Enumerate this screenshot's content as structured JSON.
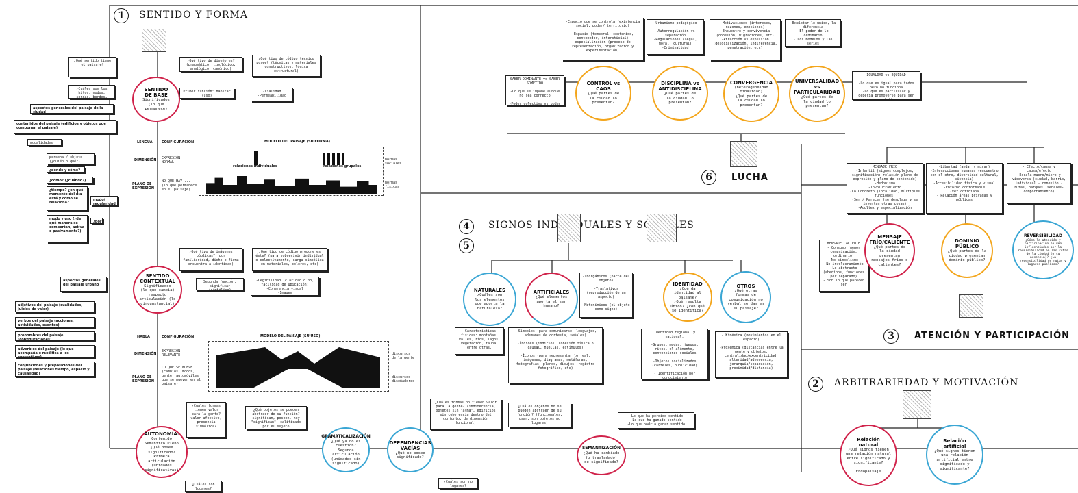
{
  "sections": {
    "s1": {
      "num": "1",
      "title": "SENTIDO Y FORMA"
    },
    "s2": {
      "num": "2",
      "title": "ARBITRARIEDAD Y MOTIVACIÓN"
    },
    "s3": {
      "num": "3",
      "title": "ATENCIÓN Y PARTICIPACIÓN"
    },
    "s4": {
      "num": "4",
      "title": "SIGNOS INDIVIDUALES Y SOCIALES"
    },
    "s5": {
      "num": "5"
    },
    "s6": {
      "num": "6",
      "title": "LUCHA"
    }
  },
  "left": {
    "q_sentido_base": [
      "¿Qué sentido tiene el paisaje?",
      "¿Qué tipo de diseño es? (pragmático, tipológico, analógico, canónico)",
      "¿Qué tipo de código técnico posee? (técnicas y materiales constructivos, lógica estructural)",
      "¿Cuáles son los hitos, nodos, sendas, bordes, barrios?",
      "Primer función: habitar (uso)",
      "-Vialidad\n-Permeabilidad"
    ],
    "sentido_base": {
      "title": "SENTIDO\nDE BASE",
      "q": "Significados\n(lo que\npermanece)"
    },
    "base_list": [
      "aspectos generales del paisaje de la ciudad",
      "contenidos del paisaje (edificios y objetos que componen el paisaje)",
      "modalidades",
      "persona / objeto (¿quién o qué?)",
      "¿dónde y cómo?",
      "¿cómo? (¿cuándo?)",
      "¿tiempo? ¿en qué momento del día está y cómo se relaciona?",
      "modo/ regularidad",
      "modo y uso (¿de qué manera se comportan, activa o pasivamente?)",
      "¿por?"
    ],
    "rows_top": {
      "labels": [
        "LENGUA",
        "DIMENSIÓN",
        "PLANO DE EXPRESIÓN"
      ],
      "cols": [
        "CONFIGURACIÓN",
        "EXPRESIÓN NORMAL",
        "NO QUE HAY ... (lo que permanece en el paisaje)"
      ],
      "header": "MODELO DEL PAISAJE (SU FORMA)",
      "labels_img": [
        "relaciones individuales",
        "relaciones grupales"
      ],
      "right": [
        "normas sociales",
        "normas físicas"
      ]
    },
    "q_contextual": [
      "¿Qué tipo de imágenes públicas? (por familiaridad, dicho o firma encuentra a identidad)",
      "¿Qué tipo de código propone es éste? (para sobrevivir individual o colectivamente, carga simbólica en materiales, colores, etc)",
      "Segunda función: significar (simbólico)",
      "-Legibilidad (claridad o no, facilidad de ubicación)\n-Coherencia visual\n-Imagen"
    ],
    "sentido_contextual": {
      "title": "SENTIDO\nCONTEXTUAL",
      "q": "Significados\n(lo que cambia)\nrespecto\narticulación (lo\ncircunstancial)"
    },
    "ctx_list": [
      "aspectos generales del paisaje urbano",
      "adjetivos del paisaje (cualidades, juicios de valor)",
      "verbos del paisaje (acciones, actividades, eventos)",
      "pronombres del paisaje (configuraciones)",
      "adverbios del paisaje (lo que acompaña o modifica a los sustantivos)",
      "conjunciones y preposiciones del paisaje (relaciones tiempo, espacio y causalidad)"
    ],
    "rows_bottom": {
      "labels": [
        "HABLA",
        "DIMENSIÓN",
        "PLANO DE EXPRESIÓN"
      ],
      "cols": [
        "CONFIGURACIÓN",
        "EXPRESIÓN RELEVANTE",
        "LO QUE SE MUEVE (cambios, modos, gente, automóviles que se mueven en el paisaje)"
      ],
      "header": "MODELO DEL PAISAJE (SU USO)",
      "right": [
        "discursos de la gente",
        "discursos diseñadores"
      ]
    },
    "autonomia": {
      "title": "AUTONOMÍA:",
      "q": "Contenido\nSemántico Pleno\n¿Qué posee\nsignificado?\nPrimera\narticulación\n(unidades\nsignificativas)"
    },
    "q_autonomia": [
      "¿Cuáles formas tienen valor para la gente? valor afectivo, presencia simbólica?",
      "¿Qué objetos se pueden abstraer de su función? significan, poseen, hoy \"significan\", calificado por el sujeto",
      "¿Cuáles son lugares?"
    ],
    "gramaticalizacion": {
      "title": "GRAMATICALIZACIÓN",
      "q": "¿Qué ya no es\ncuestión?\nSegunda\narticulación\n(unidades sin\nsignificado)"
    },
    "dependencias": {
      "title": "DEPENDENCIAS\nVACÍAS",
      "q": "¿Qué no posee\nsignificado?"
    },
    "q_dependencias": [
      "¿Cuáles formas no tienen valor para la gente? (indiferencia, objetos sin \"alma\", edificios sin coherencia dentro del conjunto, de dimensión funcional)",
      "¿Cuáles objetos no se pueden abstraer de su función? (funcionales, usar, son objetos no lugares)",
      "¿Cuáles son no lugares?"
    ],
    "semantizacion": {
      "title": "SEMANTIZACIÓN",
      "q": "¿Qué ha cambiado\n(o trasladado)\nde significado?"
    },
    "q_semantizacion": "-Lo que ha perdido sentido\n-Lo que ha ganado sentido\n-Lo que podría ganar sentido"
  },
  "lucha": {
    "top_boxes": [
      "-Espacio que se controla (existencia social, poder/ territorio)\n\n-Espacio (temporal, contenido, contenedor, intersticial) especialización (proceso de representación, organización y experimentación)",
      "-Urbanismo pedagógico\n\n-Autorregulación vs separación\n-Regulaciones (legal, moral, cultural)\n-Criminalidad",
      "- Motivaciones (intereses, razones, emociones)\n-Encuentro y convivencia (cohesión, migraciones, etc)\n-Atracción vs expulsión (desocialización, indiferencia, penetración, etc)",
      "-Explotar lo único, la diferencia\n-El poder de lo ordinario\n- Los modelos y las series"
    ],
    "left_box": "SABER DOMINANTE vs SABER SOMETIDO\n\n-Lo que se impone aunque no sea correcto\n\n-Poder colectivo vs poder individual",
    "right_box": "IGUALDAD vs EQUIDAD\n\n-Lo que es igual para todos pero no funciona\n-Lo que es particular y debería promoverse para ser equitativo",
    "circles": [
      {
        "title": "CONTROL vs\nCAOS",
        "q": "¿Qué partes de\nla ciudad lo\npresentan?"
      },
      {
        "title": "DISCIPLINA vs\nANTIDISCIPLINA",
        "q": "¿Qué partes de\nla ciudad lo\npresentan?"
      },
      {
        "title": "CONVERGENCIA",
        "q": "(heterogeneidad\nfinalidad)\n¿Qué partes de\nla ciudad lo\npresentan?"
      },
      {
        "title": "UNIVERSALIDAD\nvs\nPARTICULARIDAD",
        "q": "¿Qué partes de\nla ciudad lo\npresentan?"
      }
    ]
  },
  "signos": {
    "circles": [
      {
        "title": "NATURALES",
        "q": "¿Cuáles son\nlos elementos\nque aporta la\nnaturaleza?"
      },
      {
        "title": "ARTIFICIALES",
        "q": "¿Qué elementos\naporta el ser\nhumano?"
      },
      {
        "title": "IDENTIDAD",
        "q": "¿Qué da\nidentidad al\npaisaje?\n¿Qué resulta\núnico? ¿con qué\nse identifica?"
      },
      {
        "title": "OTROS",
        "q": "¿Qué otras\nformas de\ncomunicación no\nverbal se dan en\nel paisaje?"
      }
    ],
    "side_box": "-Inorgánicos (parte del objeto)\n\n-Traslativos (reproducción de un aspecto)\n\n-Metonímicos (el objeto como signo)",
    "boxes": [
      "-Características físicas: montañas, valles, ríos, lagos, vegetación, fauna, entre otras.",
      "- Símbolos (para comunicarse: lenguajes, ademanes de cortesía, señales)\n\n-Índices (indicios, conexión física o causal, huellas, estímulos)\n\n-Íconos (para representar lo real: imágenes, diagramas, metáforas, fotografías, planos, dibujos, registro fotográfico, etc)",
      "Identidad regional y nacional:\n\n-Grupos, modas, juegos, ritos, el alimento, convenciones sociales\n\n-Objetos socializados (carteles, publicidad)\n\n- Identificación por conocimiento",
      "- Kinésica (movimientos en el espacio)\n\n-Proxémica (distancias entre la gente y objetos: centralidad/excentricidad, alteridad/adherencia, jerarquía/separación, proximidad/distancia)"
    ]
  },
  "atencion": {
    "boxes": [
      "MENSAJE FRÍO\n-Infantil (signos complejos, significación: relación plano de expresión y plano de contenido)\n-Hedonismo\n-Involucramiento\n-Lo Concreto (localidad, múltiples funciones)\n-Ser / Parecer (se desplaza y se inventan otras cosas)\n-Adultez y especialización",
      "-Libertad (andar y mirar)\n-Interacciones humanas (encuentro con el otro, diversidad cultural, vivencia)\n-Accesibilidad física y visual\n-Entorno conformable\n-Vez cotidiana\n- Relación áreas privadas y públicas",
      "- Efecto/causa y causa/efecto\n-Escala macro/micro y viceversa (ciudad, barrio, individual - conexión - rutas, parques, señales-comportamiento)"
    ],
    "caliente_box": "MENSAJE CALIENTE\n- Consumo (menor comunicación, ordinario)\n-No simbolismo\n-No involucramiento\n-Lo abstracto (abedinos, funciones por separado)\n- Son lo que parecen ser",
    "circles": [
      {
        "title": "MENSAJE\nFRÍO/CALIENTE",
        "q": "¿Qué partes de\nla ciudad\npresentan\nmensajes fríos o\ncalientes?"
      },
      {
        "title": "DOMINIO\nPÚBLICO",
        "q": "¿Qué partes de la\nciudad presentan\ndominio público?"
      },
      {
        "title": "REVERSIBILIDAD",
        "q": "¿Cómo la atención y participación se ven influenciadas por la reversibilidad en las rutas de la ciudad (o su ausencia)? ¿La reversibilidad de rutas y lugares públicos?"
      }
    ]
  },
  "arbitrariedad": {
    "circles": [
      {
        "title": "Relación\nnatural",
        "q": "¿Qué signos tienen\nuna relación natural\nentre significado y\nsignificante?\n\nEndopaisaje"
      },
      {
        "title": "Relación\nartificial",
        "q": "¿Qué signos tienen\nuna relación\nartificial entre\nsignificado y\nsignificante?"
      }
    ]
  },
  "colors": {
    "red": "#d0224a",
    "orange": "#f3a51b",
    "blue": "#3aa6d4",
    "ink": "#111111"
  }
}
